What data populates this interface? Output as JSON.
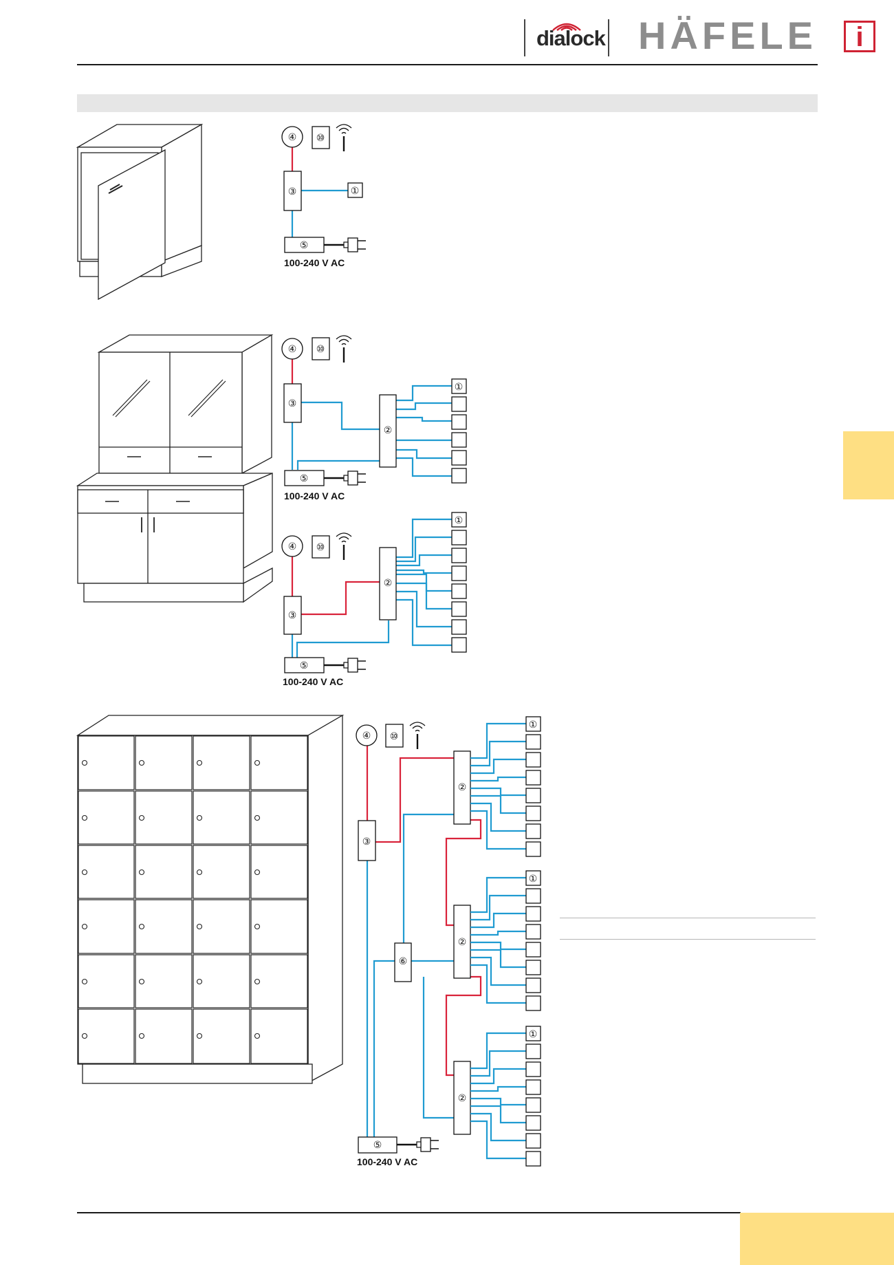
{
  "brand": {
    "dialock": "dialock",
    "hafele": "HÄFELE",
    "info_letter": "i"
  },
  "colors": {
    "data_line": "#1f9bd1",
    "power_line": "#d9233a",
    "accent_tab": "#fedf83",
    "logo_red": "#cf2233",
    "logo_grey": "#8d8d8d",
    "header_bar": "#e6e6e6"
  },
  "icons": [
    "wifi-icon",
    "power-plug-icon",
    "info-icon"
  ],
  "diagrams": [
    {
      "voltage_label": "100-240 V AC"
    },
    {
      "voltage_label": "100-240 V AC"
    },
    {
      "voltage_label": "100-240 V AC"
    },
    {
      "voltage_label": "100-240 V AC"
    }
  ],
  "component_labels": {
    "lock": "①",
    "distributor": "②",
    "terminal": "③",
    "reader": "④",
    "power_supply": "⑤",
    "hub": "⑥",
    "token": "⑩"
  }
}
